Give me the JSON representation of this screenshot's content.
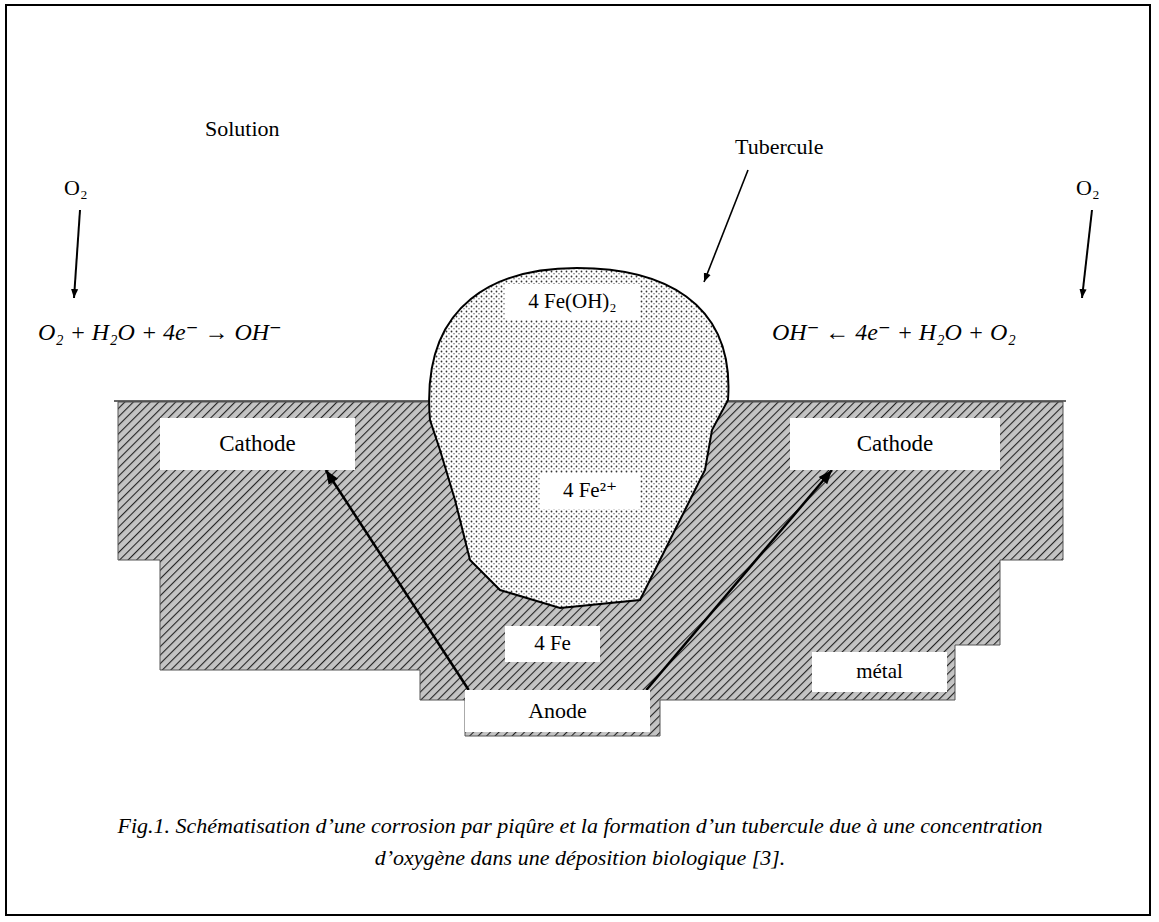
{
  "diagram": {
    "caption": "Fig.1. Schématisation d’une corrosion par piqûre et la formation d’un tubercule due à une concentration d’oxygène dans une déposition biologique [3].",
    "nodes": [
      {
        "text": [
          "4 Fe(OH)₂"
        ]
      },
      {
        "text": [
          "Cathode"
        ]
      },
      {
        "text": [
          "Cathode"
        ]
      },
      {
        "text": [
          "4 Fe²⁺"
        ]
      },
      {
        "text": [
          "4 Fe"
        ]
      },
      {
        "text": [
          "métal"
        ]
      },
      {
        "text": [
          "Anode"
        ]
      }
    ],
    "edges": [
      {
        "from": 6,
        "to": 1,
        "arrow": "to"
      },
      {
        "from": 6,
        "to": 2,
        "arrow": "to"
      }
    ],
    "labels": [
      "Solution",
      "Tubercule",
      "O₂",
      "O₂",
      "O₂ + H₂O + 4e⁻ → OH⁻",
      "OH⁻ ← 4e⁻ + H₂O + O₂"
    ]
  }
}
